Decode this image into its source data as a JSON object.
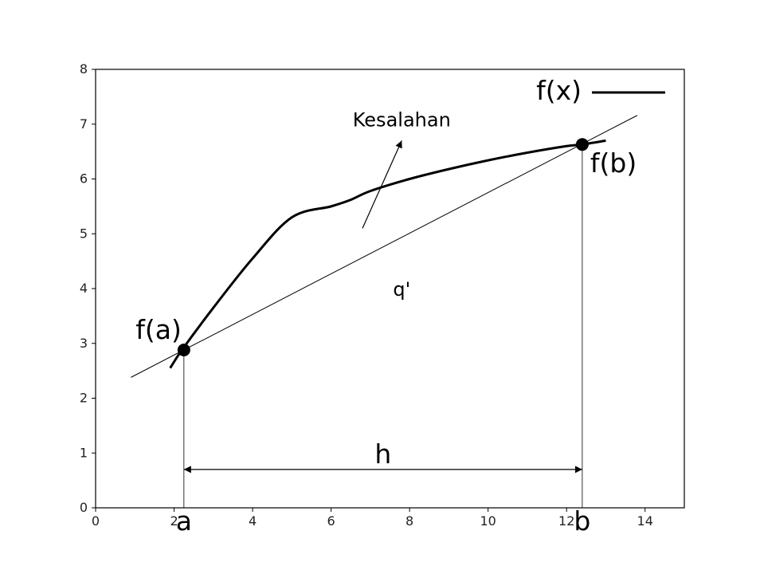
{
  "chart_data": {
    "type": "line",
    "title": "",
    "xlabel": "",
    "ylabel": "",
    "xlim": [
      0,
      15
    ],
    "ylim": [
      0,
      8
    ],
    "xticks": [
      0,
      2,
      4,
      6,
      8,
      10,
      12,
      14
    ],
    "yticks": [
      0,
      1,
      2,
      3,
      4,
      5,
      6,
      7,
      8
    ],
    "xtick_labels": [
      "0",
      "2",
      "4",
      "6",
      "8",
      "10",
      "12",
      "14"
    ],
    "ytick_labels": [
      "0",
      "1",
      "2",
      "3",
      "4",
      "5",
      "6",
      "7",
      "8"
    ],
    "grid": false,
    "legend": {
      "placement": "top-right",
      "entries": [
        "f(x)"
      ]
    },
    "series": [
      {
        "name": "f(x)",
        "x": [
          1.9,
          2.2,
          3.0,
          4.0,
          5.0,
          6.0,
          6.5,
          7.0,
          8.0,
          9.0,
          10.0,
          11.0,
          12.0,
          12.4,
          13.0
        ],
        "y": [
          2.55,
          2.88,
          3.65,
          4.55,
          5.3,
          5.5,
          5.62,
          5.78,
          6.0,
          6.18,
          6.34,
          6.48,
          6.6,
          6.63,
          6.7
        ]
      }
    ],
    "secant_line": {
      "label": "q'",
      "x": [
        0.9,
        13.8
      ],
      "y": [
        2.38,
        7.16
      ]
    },
    "points": [
      {
        "label": "f(a)",
        "x": 2.25,
        "y": 2.88
      },
      {
        "label": "f(b)",
        "x": 12.4,
        "y": 6.63
      }
    ],
    "vertical_markers": [
      {
        "label": "a",
        "x": 2.25
      },
      {
        "label": "b",
        "x": 12.4
      }
    ],
    "interval": {
      "label": "h",
      "x_start": 2.25,
      "x_end": 12.4,
      "y": 0.7
    },
    "annotation": {
      "text": "Kesalahan",
      "arrow_from": [
        6.8,
        5.1
      ],
      "arrow_to": [
        7.8,
        6.7
      ],
      "text_at": [
        7.8,
        7.05
      ]
    },
    "color": "#000000"
  }
}
